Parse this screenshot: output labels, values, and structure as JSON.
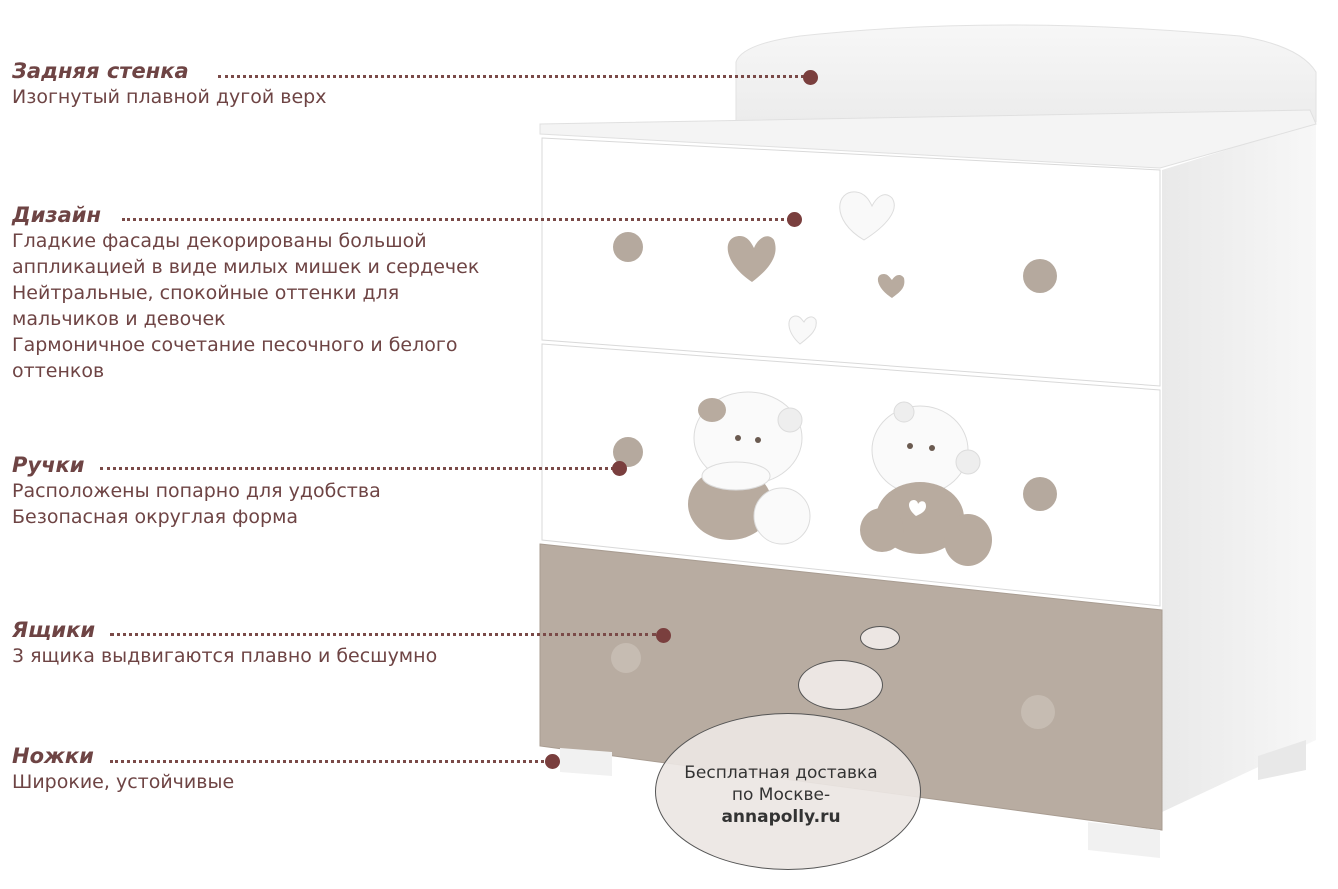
{
  "features": [
    {
      "title": "Задняя стенка",
      "lines": [
        "Изогнутый плавной дугой верх"
      ]
    },
    {
      "title": "Дизайн",
      "lines": [
        "Гладкие фасады декорированы большой",
        "аппликацией в виде милых мишек и сердечек",
        "Нейтральные, спокойные оттенки для",
        "мальчиков и девочек",
        "Гармоничное сочетание песочного и белого",
        "оттенков"
      ]
    },
    {
      "title": "Ручки",
      "lines": [
        "Расположены попарно для удобства",
        "Безопасная округлая форма"
      ]
    },
    {
      "title": "Ящики",
      "lines": [
        "3 ящика выдвигаются плавно и бесшумно"
      ]
    },
    {
      "title": "Ножки",
      "lines": [
        "Широкие, устойчивые"
      ]
    }
  ],
  "delivery": {
    "line1": "Бесплатная доставка",
    "line2": "по Москве-",
    "site": "annapolly.ru"
  },
  "colors": {
    "text": "#6e4444",
    "marker": "#7a3f3e",
    "sand": "#b8aca1",
    "white_panel": "#ffffff"
  }
}
